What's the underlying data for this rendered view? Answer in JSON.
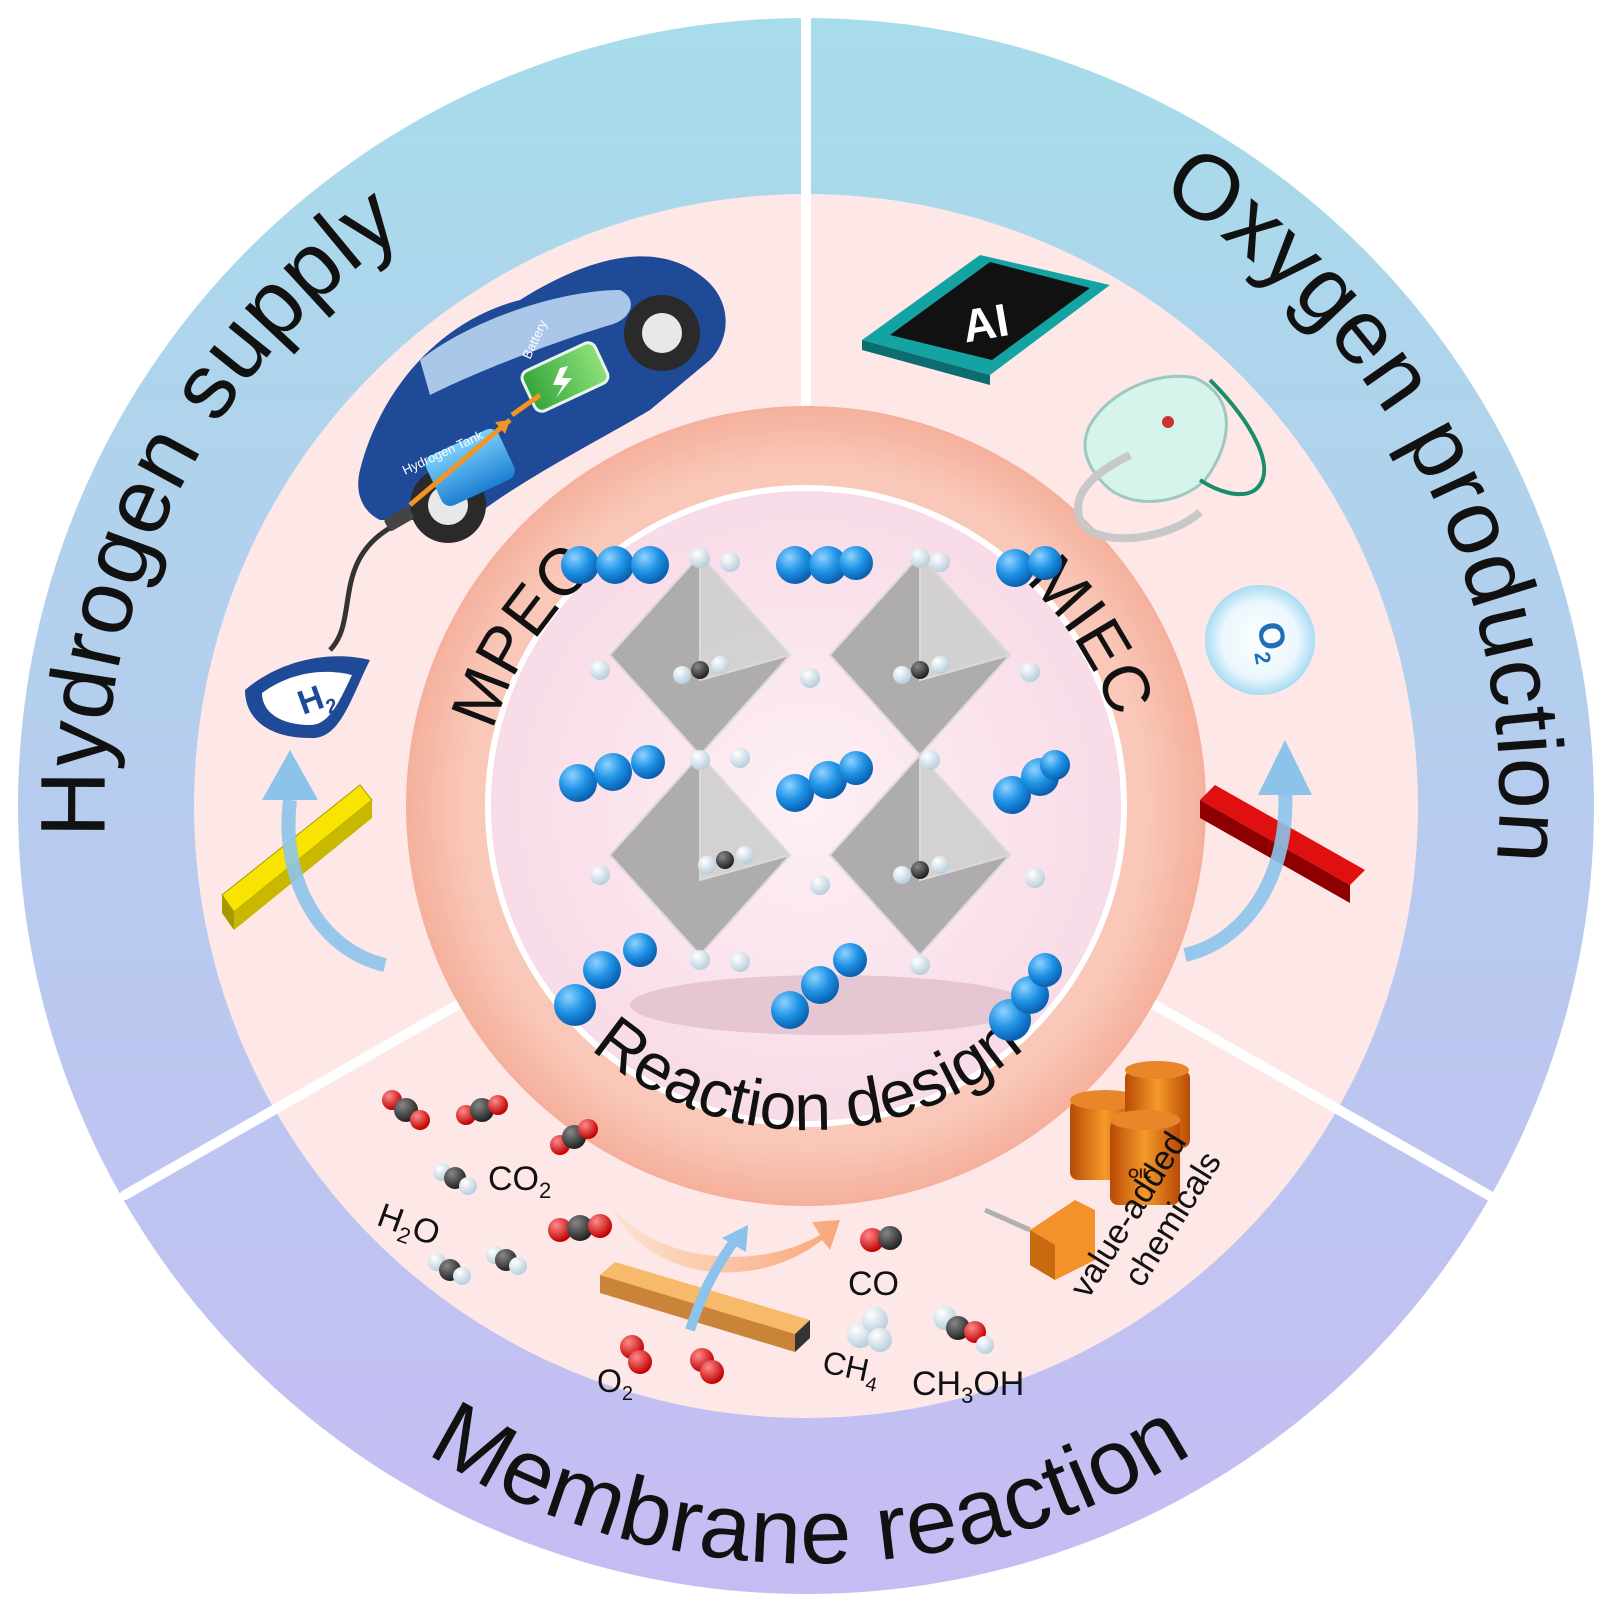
{
  "sections": {
    "hydrogen": {
      "title": "Hydrogen supply",
      "tank_label": "Hydrogen Tank",
      "battery_label": "Battery",
      "h2_symbol": "H",
      "h2_sub": "2"
    },
    "oxygen": {
      "title": "Oxygen production",
      "chip_label": "AI",
      "o2_symbol": "O",
      "o2_sub": "2"
    },
    "membrane": {
      "title": "Membrane reaction"
    }
  },
  "ring": {
    "left": "MPEC",
    "right": "MIEC",
    "bottom": "Reaction design"
  },
  "reactants": {
    "co2": {
      "base": "CO",
      "sub": "2"
    },
    "h2o": {
      "base": "H",
      "sub": "2",
      "tail": "O"
    }
  },
  "products": {
    "co": "CO",
    "ch3oh": {
      "a": "CH",
      "sub": "3",
      "b": "OH"
    },
    "ch4": {
      "base": "CH",
      "sub": "4"
    },
    "o2": {
      "base": "O",
      "sub": "2"
    },
    "value_line1": "value-added",
    "value_line2": "chemicals",
    "barrel_label": "OIL"
  },
  "colors": {
    "outer_top": "#a8d8ea",
    "outer_bottom": "#c3bdf2",
    "inner_disk": "#fde7e6",
    "ring": "#f6b5a3",
    "center": "#fbe7f0",
    "membrane_h2": "#f7e400",
    "membrane_o2": "#e01010",
    "membrane_react": "#f7b96a",
    "atom_blue": "#1f8fe0",
    "arrow_blue": "#8cc3ea",
    "car_blue": "#1e4a98"
  }
}
